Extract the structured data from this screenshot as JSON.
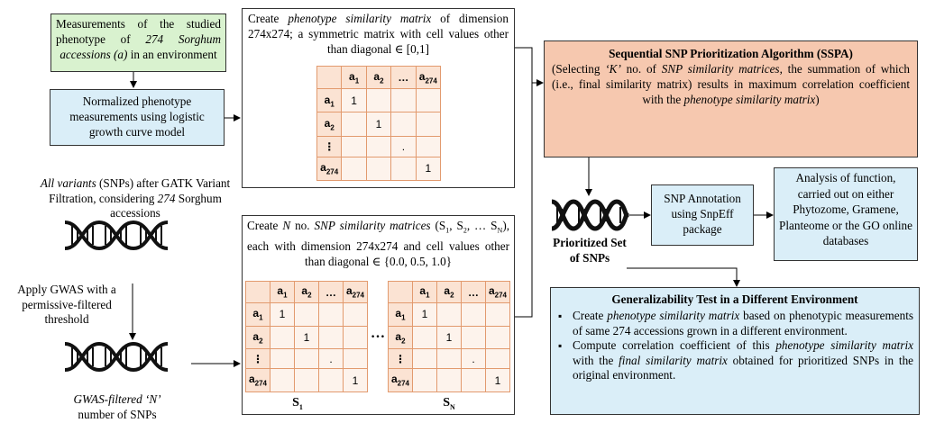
{
  "measurement_box": {
    "prefix": "Measurements of the studied phenotype of ",
    "italic": "274 Sorghum accessions (a)",
    "suffix": " in an environment"
  },
  "normalized_box": "Normalized phenotype measurements using logistic growth curve model",
  "phenotype_matrix": {
    "pre": "Create ",
    "italic": "phenotype similarity matrix",
    "post": " of dimension 274x274; a symmetric matrix with cell values other than diagonal ∈ [0,1]"
  },
  "matrix_labels": {
    "headers": [
      "a",
      "a",
      "…",
      "a"
    ],
    "header_subs": [
      "1",
      "2",
      "",
      "274"
    ],
    "rows": [
      "a",
      "a",
      "⋮",
      "a"
    ],
    "row_subs": [
      "1",
      "2",
      "",
      "274"
    ],
    "diag": [
      "1",
      "1",
      ".",
      "1"
    ]
  },
  "variants_text": {
    "italic1": "All variants",
    "mid": " (SNPs) after GATK Variant Filtration, considering ",
    "italic2": "274",
    "end": " Sorghum accessions"
  },
  "gwas_apply": "Apply GWAS with a permissive-filtered threshold",
  "gwas_filtered": {
    "italic": "GWAS-filtered ‘N’",
    "rest": " number of SNPs"
  },
  "snp_matrices": {
    "pre": "Create ",
    "italic1": "N",
    "mid1": " no. ",
    "italic2": "SNP similarity matrices",
    "post": " (S",
    "s1sub": "1",
    "comma": ", S",
    "s2sub": "2",
    "dots": ", … S",
    "sNsub": "N",
    "end": "), each with dimension 274x274 and cell values other than diagonal ∈ {0.0, 0.5, 1.0}"
  },
  "matrix_captions": {
    "left_main": "S",
    "left_sub": "1",
    "right_main": "S",
    "right_sub": "N",
    "between": "…"
  },
  "sspa": {
    "title": "Sequential SNP Prioritization Algorithm (SSPA)",
    "p1": "(Selecting ",
    "k": "‘K’",
    "p2": " no. of ",
    "i1": "SNP similarity matrices",
    "p3": ", the summation of which (i.e., final similarity matrix) results in maximum correlation coefficient with the ",
    "i2": "phenotype similarity matrix",
    "p4": ")"
  },
  "prioritized": "Prioritized Set of SNPs",
  "snp_annotation": "SNP Annotation using SnpEff package",
  "analysis": "Analysis of function, carried out on either Phytozome, Gramene, Planteome or the GO online databases",
  "generalizability": {
    "title": "Generalizability Test in a Different Environment",
    "b1_pre": "Create ",
    "b1_i": "phenotype similarity matrix",
    "b1_post": " based on phenotypic measurements of same 274 accessions grown in a different environment.",
    "b2_pre": "Compute correlation coefficient of this ",
    "b2_i1": "phenotype similarity matrix",
    "b2_mid": " with the ",
    "b2_i2": "final similarity matrix",
    "b2_post": " obtained for prioritized SNPs in the original environment."
  },
  "colors": {
    "green_box": "#d9f2cf",
    "blue_box": "#daeef8",
    "orange_box": "#f6c8af",
    "matrix_header": "#fbe3d3",
    "matrix_border": "#e29a6e"
  },
  "icons": [
    "dna-helix-icon",
    "arrow-icon"
  ]
}
